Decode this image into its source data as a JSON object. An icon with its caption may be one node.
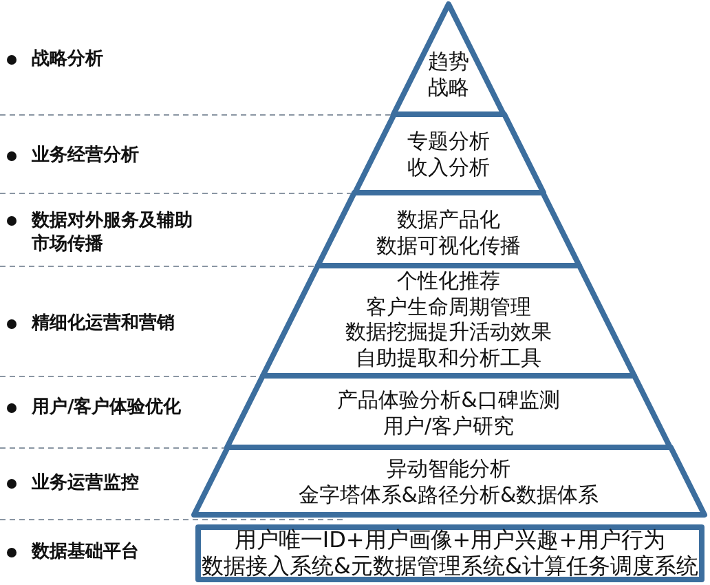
{
  "diagram": {
    "nodes": [
      {
        "text": [
          "趋势",
          "战略"
        ]
      },
      {
        "text": [
          "专题分析",
          "收入分析"
        ]
      },
      {
        "text": [
          "数据产品化",
          "数据可视化传播"
        ]
      },
      {
        "text": [
          "个性化推荐",
          "客户生命周期管理",
          "数据挖掘提升活动效果",
          "自助提取和分析工具"
        ]
      },
      {
        "text": [
          "产品体验分析&口碑监测",
          "用户/客户研究"
        ]
      },
      {
        "text": [
          "异动智能分析",
          "金字塔体系&路径分析&数据体系"
        ]
      },
      {
        "text": [
          "用户唯一ID+用户画像+用户兴趣+用户行为",
          "数据接入系统&元数据管理系统&计算任务调度系统"
        ]
      }
    ],
    "labels": [
      "战略分析",
      "业务经营分析",
      "数据对外服务及辅助市场传播",
      "精细化运营和营销",
      "用户/客户体验优化",
      "业务运营监控",
      "数据基础平台"
    ]
  }
}
